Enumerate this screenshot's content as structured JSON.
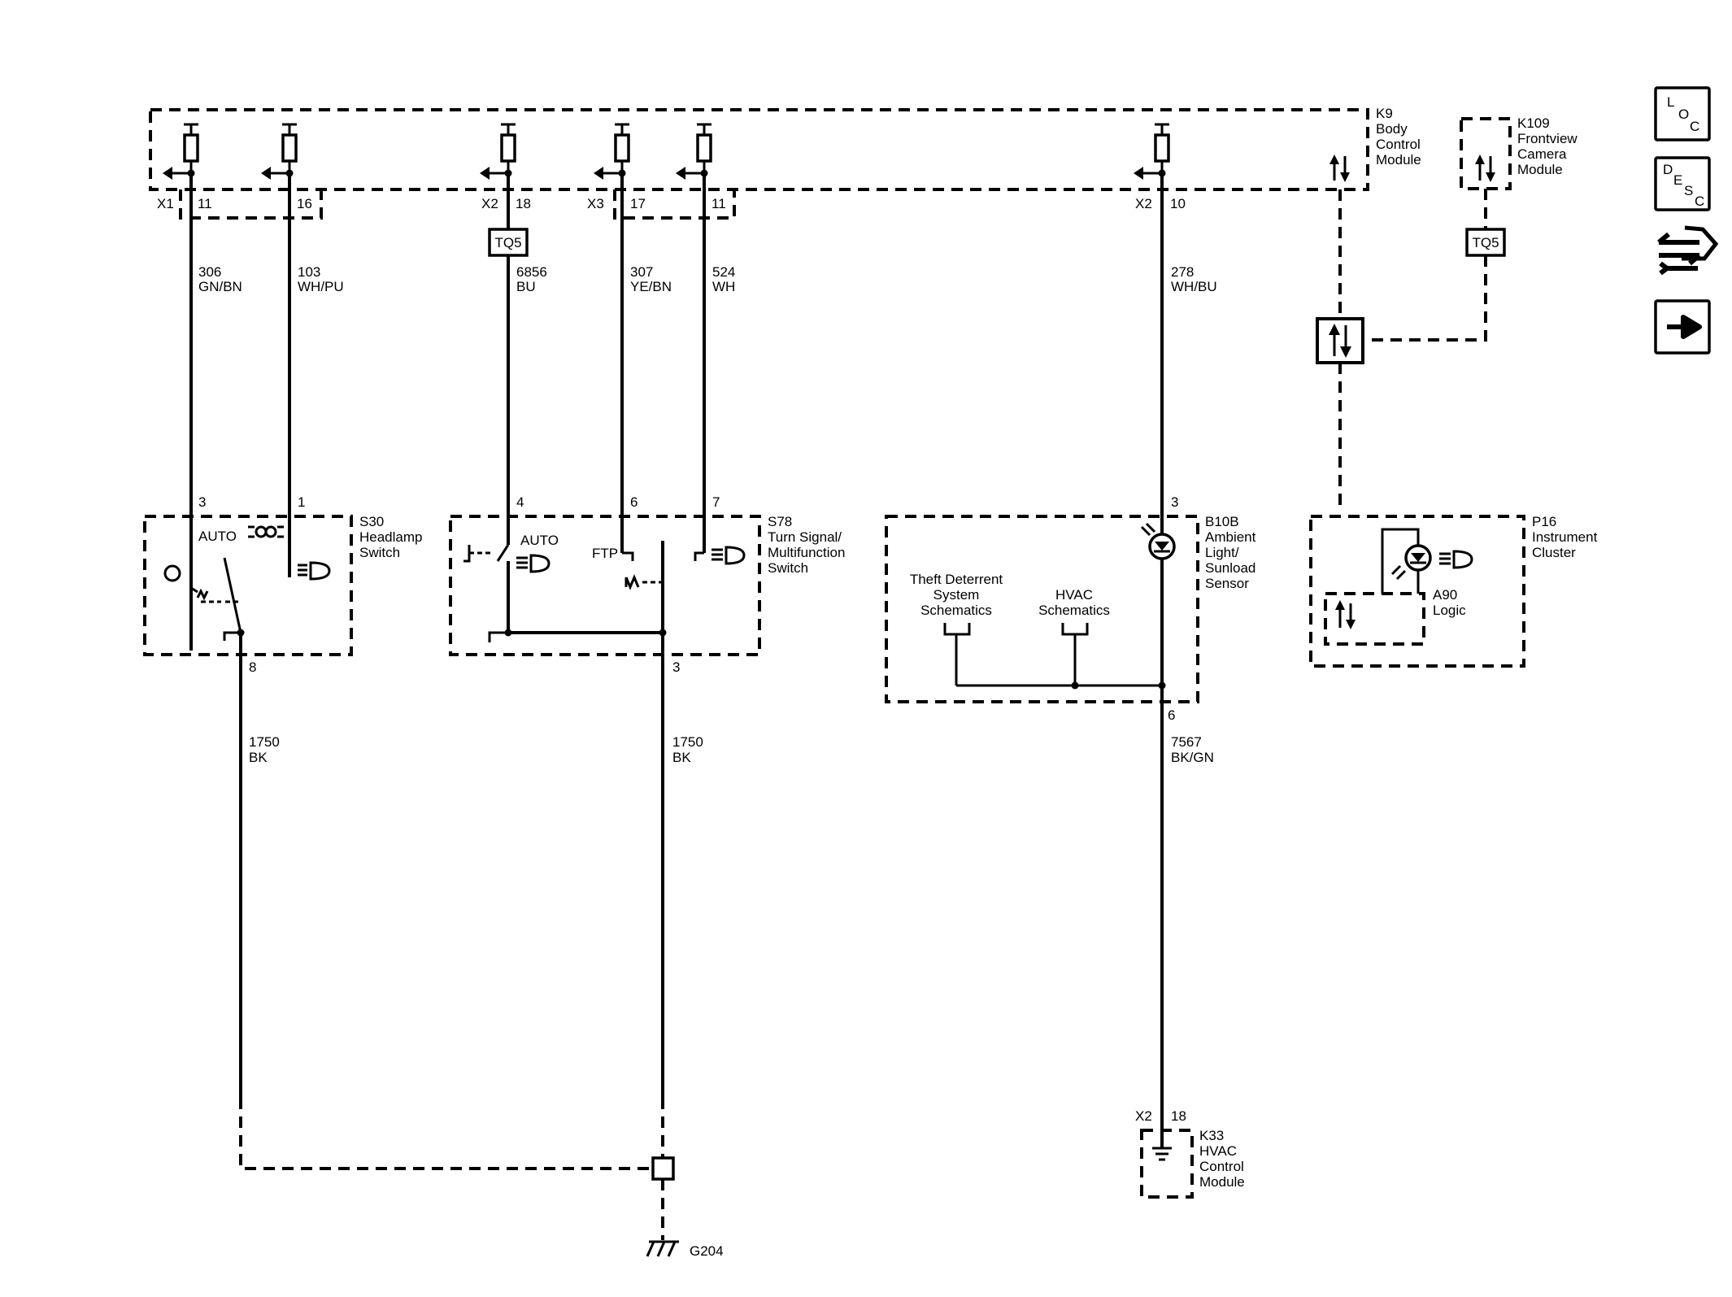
{
  "modules": {
    "k9": {
      "lines": [
        "K9",
        "Body",
        "Control",
        "Module"
      ]
    },
    "k109": {
      "lines": [
        "K109",
        "Frontview",
        "Camera",
        "Module"
      ]
    },
    "s30": {
      "lines": [
        "S30",
        "Headlamp",
        "Switch"
      ],
      "auto": "AUTO"
    },
    "s78": {
      "lines": [
        "S78",
        "Turn Signal/",
        "Multifunction",
        "Switch"
      ],
      "auto": "AUTO",
      "ftp": "FTP"
    },
    "b10b": {
      "lines": [
        "B10B",
        "Ambient",
        "Light/",
        "Sunload",
        "Sensor"
      ]
    },
    "p16": {
      "lines": [
        "P16",
        "Instrument",
        "Cluster"
      ],
      "a90": [
        "A90",
        "Logic"
      ]
    },
    "k33": {
      "lines": [
        "K33",
        "HVAC",
        "Control",
        "Module"
      ]
    }
  },
  "refs": {
    "theft": [
      "Theft Deterrent",
      "System",
      "Schematics"
    ],
    "hvac": [
      "HVAC",
      "Schematics"
    ]
  },
  "connectors": {
    "x1": "X1",
    "x2a": "X2",
    "x3": "X3",
    "x2b": "X2",
    "x2c": "X2"
  },
  "pins": {
    "k9_11a": "11",
    "k9_16": "16",
    "k9_18": "18",
    "k9_17": "17",
    "k9_11b": "11",
    "k9_10": "10",
    "s30_3": "3",
    "s30_1": "1",
    "s30_8": "8",
    "s78_4": "4",
    "s78_6": "6",
    "s78_7": "7",
    "s78_3": "3",
    "b10b_3": "3",
    "b10b_6": "6",
    "k33_18": "18"
  },
  "wires": {
    "w306": [
      "306",
      "GN/BN"
    ],
    "w103": [
      "103",
      "WH/PU"
    ],
    "w6856": [
      "6856",
      "BU"
    ],
    "w307": [
      "307",
      "YE/BN"
    ],
    "w524": [
      "524",
      "WH"
    ],
    "w278": [
      "278",
      "WH/BU"
    ],
    "w1750a": [
      "1750",
      "BK"
    ],
    "w1750b": [
      "1750",
      "BK"
    ],
    "w7567": [
      "7567",
      "BK/GN"
    ]
  },
  "tq5": {
    "a": "TQ5",
    "b": "TQ5"
  },
  "ground": "G204",
  "nav": {
    "loc": [
      "L",
      "O",
      "C"
    ],
    "desc": [
      "D",
      "E",
      "S",
      "C"
    ]
  }
}
